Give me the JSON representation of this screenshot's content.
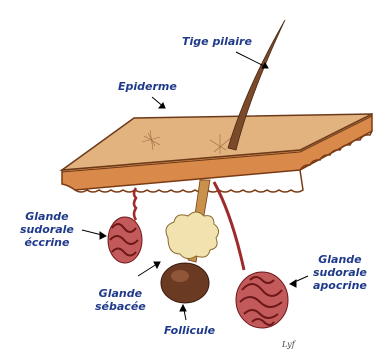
{
  "labels": {
    "tige_pilaire": "Tige pilaire",
    "epiderme": "Epiderme",
    "eccrine": [
      "Glande",
      "sudorale",
      "éccrine"
    ],
    "sebacee": [
      "Glande",
      "sébacée"
    ],
    "follicule": "Follicule",
    "apocrine": [
      "Glande",
      "sudorale",
      "apocrine"
    ]
  },
  "signature": "Lyf",
  "colors": {
    "label_text": "#1f3a8a",
    "skin_top": "#e2b37f",
    "skin_side": "#d98a4a",
    "hair": "#7a4a2b",
    "gland_red": "#9e2a2b",
    "sebaceous": "#f1e2b0",
    "follicle": "#6b3a22"
  }
}
